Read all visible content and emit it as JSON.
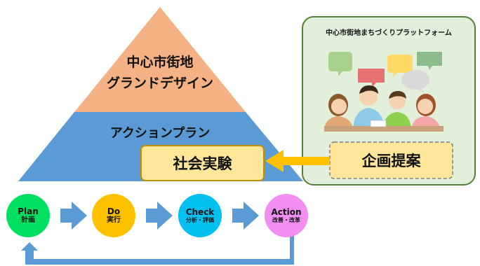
{
  "pyramid": {
    "top_line1": "中心市街地",
    "top_line2": "グランドデザイン",
    "middle": "アクションプラン"
  },
  "social_experiment": {
    "label": "社会実験"
  },
  "platform": {
    "title": "中心市街地まちづくりプラットフォーム",
    "proposal": "企画提案"
  },
  "cycle": [
    {
      "en": "Plan",
      "jp": "計画"
    },
    {
      "en": "Do",
      "jp": "実行"
    },
    {
      "en": "Check",
      "jp": "分析・評価"
    },
    {
      "en": "Action",
      "jp": "改善・改革"
    }
  ],
  "colors": {
    "pyramid_top": "#f4b183",
    "pyramid_middle": "#5b9bd5",
    "box_yellow": "#ffe699",
    "box_border": "#bf9000",
    "platform_bg": "#e2efda",
    "platform_border": "#548235",
    "arrow_blue": "#5b9bd5",
    "arrow_orange": "#ffc000",
    "plan": "#00e060",
    "do": "#ffc000",
    "check": "#00c0f0",
    "action": "#f28ef2"
  }
}
